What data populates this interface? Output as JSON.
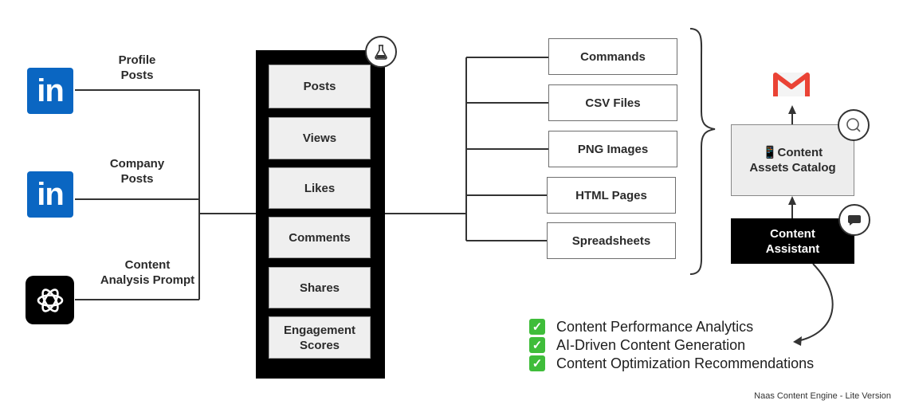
{
  "sources": [
    {
      "label": "Profile\nPosts",
      "icon": "linkedin-icon",
      "icon_text": "in"
    },
    {
      "label": "Company\nPosts",
      "icon": "linkedin-icon",
      "icon_text": "in"
    },
    {
      "label": "Content\nAnalysis Prompt",
      "icon": "openai-icon"
    }
  ],
  "metrics": [
    "Posts",
    "Views",
    "Likes",
    "Comments",
    "Shares",
    "Engagement\nScores"
  ],
  "metrics_badge_icon": "flask-icon",
  "outputs": [
    "Commands",
    "CSV Files",
    "PNG Images",
    "HTML Pages",
    "Spreadsheets"
  ],
  "catalog": {
    "emoji": "📱",
    "label": "Content\nAssets Catalog",
    "badge_icon": "search-icon"
  },
  "assistant": {
    "label": "Content\nAssistant",
    "badge_icon": "chat-icon"
  },
  "gmail_icon": "gmail-icon",
  "features": [
    "Content Performance Analytics",
    "AI-Driven Content Generation",
    "Content Optimization Recommendations"
  ],
  "check_glyph": "✓",
  "footer": "Naas Content Engine - Lite Version",
  "colors": {
    "linkedin": "#0a66c2",
    "gmail_red": "#ea4335",
    "check_green": "#3fbd3a",
    "panel": "#000000"
  }
}
